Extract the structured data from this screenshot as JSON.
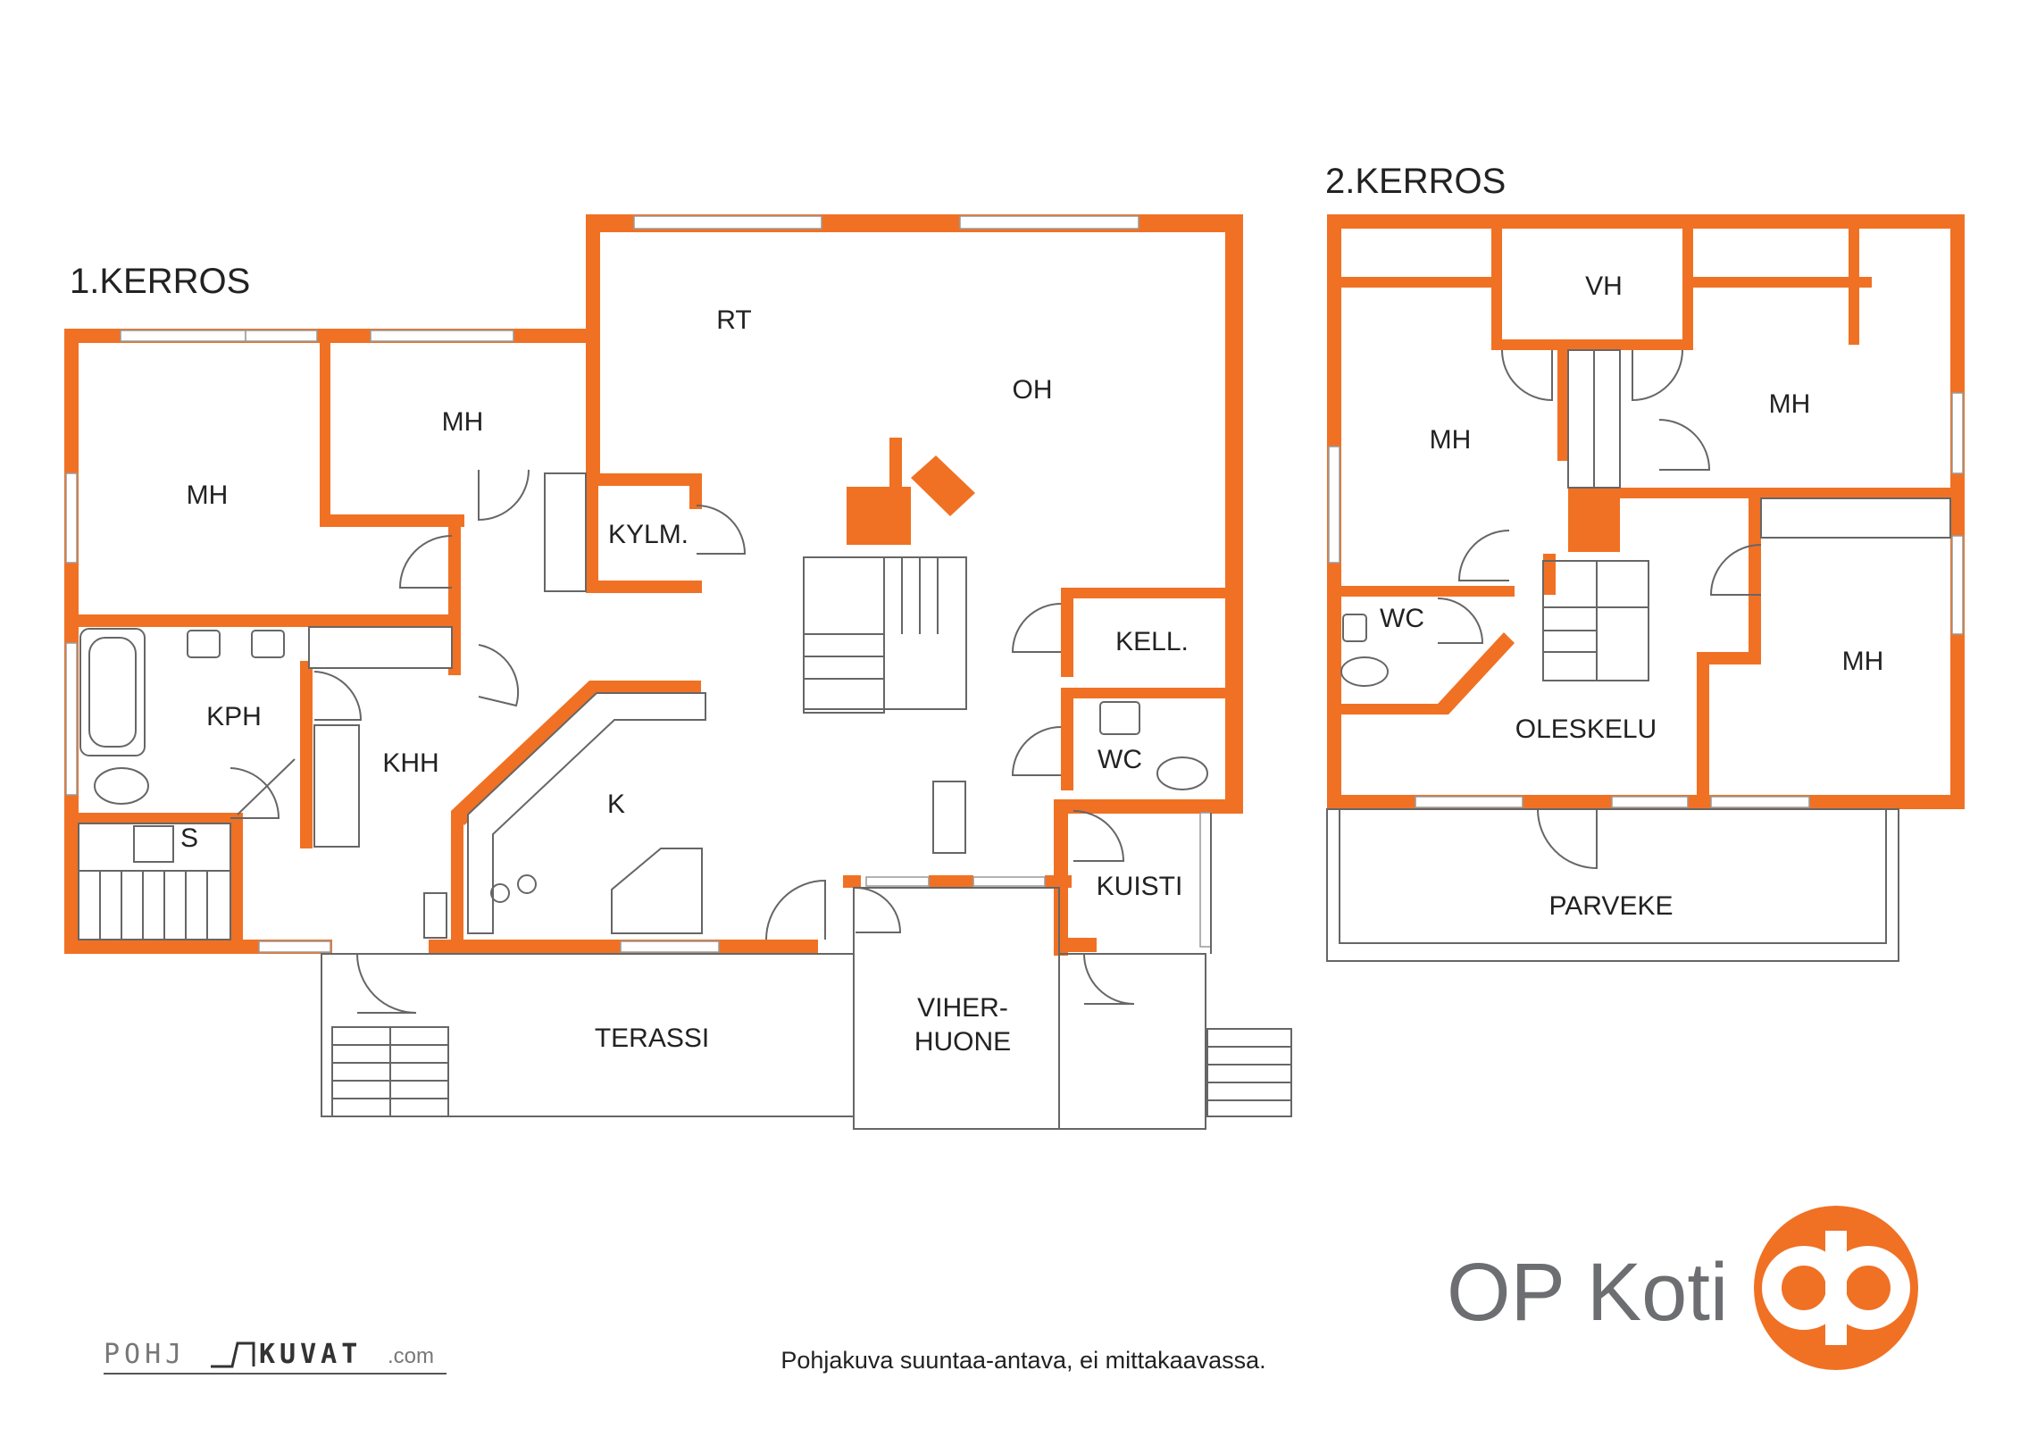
{
  "floors": {
    "first": {
      "title": "1.KERROS",
      "rooms": {
        "mh_large": "MH",
        "mh_small": "MH",
        "rt": "RT",
        "oh": "OH",
        "kylm": "KYLM.",
        "kph": "KPH",
        "khh": "KHH",
        "s": "S",
        "k": "K",
        "kell": "KELL.",
        "wc": "WC",
        "kuisti": "KUISTI",
        "terassi": "TERASSI",
        "viherhuone_1": "VIHER-",
        "viherhuone_2": "HUONE"
      }
    },
    "second": {
      "title": "2.KERROS",
      "rooms": {
        "vh": "VH",
        "mh_left": "MH",
        "mh_right_top": "MH",
        "mh_right_bottom": "MH",
        "wc": "WC",
        "oleskelu": "OLESKELU",
        "parveke": "PARVEKE"
      }
    }
  },
  "footer": {
    "logo_left": "POHJAKUVAT.com",
    "logo_left_a": "POHJ",
    "logo_left_b": "KUVAT",
    "logo_left_c": ".com",
    "disclaimer": "Pohjakuva suuntaa-antava, ei mittakaavassa.",
    "brand_name": "OP Koti"
  },
  "colors": {
    "wall": "#f07124",
    "brand_text": "#6d6e71",
    "line": "#666666"
  }
}
